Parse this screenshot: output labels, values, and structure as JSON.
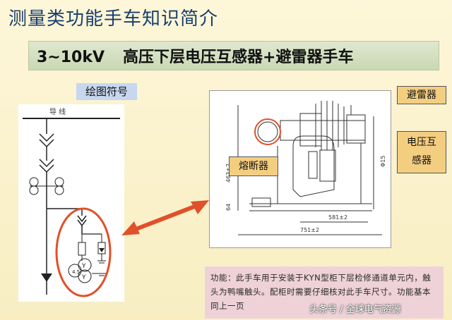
{
  "title": "测量类功能手车知识简介",
  "subtitle": {
    "voltage": "3~10kV",
    "name": "高压下层电压互感器+避雷器手车"
  },
  "symbol_label": "绘图符号",
  "schematic": {
    "bus_label": "导 线"
  },
  "tags": {
    "arrester": "避雷器",
    "vt_line1": "电压互",
    "vt_line2": "感器",
    "fuse": "熔断器"
  },
  "dimensions": {
    "width_inner": "581±2",
    "width_outer": "751±2",
    "height_main": "463±2",
    "phi": "Φ15",
    "base": "64"
  },
  "function_text": "功能：此手车用于安装于KYN型柜下层检修通道单元内，触头为鸭嘴触头。配柜时需要仔细核对此手车尺寸。功能基本同上一页",
  "watermark": "头条号 / 全球电气资源",
  "colors": {
    "title": "#1a3e6e",
    "highlight_circle": "#e0502a",
    "arrow": "#e0502a",
    "tag_bg": "#f4ce80"
  }
}
